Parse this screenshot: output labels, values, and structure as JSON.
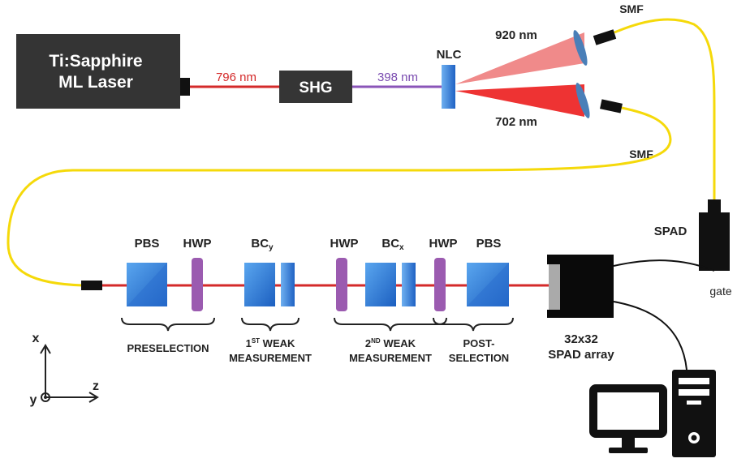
{
  "laser": {
    "line1": "Ti:Sapphire",
    "line2": "ML Laser"
  },
  "wavelengths": {
    "pump": "796 nm",
    "second_harmonic": "398 nm",
    "signal": "920 nm",
    "idler": "702 nm"
  },
  "components": {
    "shg": "SHG",
    "nlc": "NLC",
    "smf_top": "SMF",
    "smf_mid": "SMF",
    "spad": "SPAD",
    "gate": "gate",
    "pbs_1": "PBS",
    "hwp_1": "HWP",
    "bcy": "BC",
    "bcy_sub": "y",
    "hwp_2": "HWP",
    "bcx": "BC",
    "bcx_sub": "x",
    "hwp_3": "HWP",
    "pbs_2": "PBS"
  },
  "stages": {
    "preselection": "PRESELECTION",
    "weak1_num": "1",
    "weak1_sup": "ST",
    "weak1_rest": " WEAK",
    "weak1_line2": "MEASUREMENT",
    "weak2_num": "2",
    "weak2_sup": "ND",
    "weak2_rest": " WEAK",
    "weak2_line2": "MEASUREMENT",
    "post_line1": "POST-",
    "post_line2": "SELECTION"
  },
  "detector": {
    "line1": "32x32",
    "line2": "SPAD array"
  },
  "axes": {
    "x": "x",
    "y": "y",
    "z": "z"
  },
  "colors": {
    "laser_body": "#333333",
    "beam_red": "#d42a2a",
    "beam_violet": "#8a55b8",
    "fiber": "#f5d90a",
    "optic_blue": "#3a7fd6",
    "waveplate": "#9b5bb0",
    "cone_920": "#f08a8a",
    "cone_702": "#ee3333"
  }
}
